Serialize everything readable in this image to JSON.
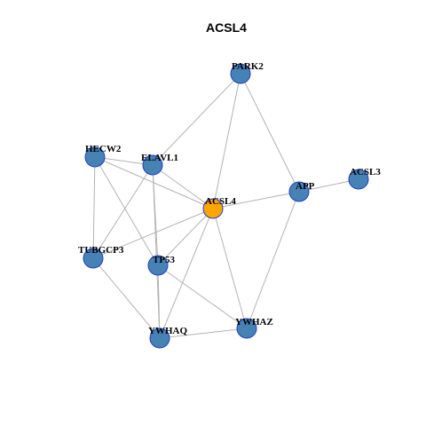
{
  "title": "ACSL4",
  "colors": {
    "node_fill": "#4682b4",
    "hub_fill": "#ffa500",
    "node_border": "#1f3fcc",
    "edge": "#b3b3b3"
  },
  "nodes": [
    {
      "id": "ACSL4",
      "label": "ACSL4",
      "hub": true
    },
    {
      "id": "PARK2",
      "label": "PARK2",
      "hub": false
    },
    {
      "id": "APP",
      "label": "APP",
      "hub": false
    },
    {
      "id": "ACSL3",
      "label": "ACSL3",
      "hub": false
    },
    {
      "id": "HECW2",
      "label": "HECW2",
      "hub": false
    },
    {
      "id": "ELAVL1",
      "label": "ELAVL1",
      "hub": false
    },
    {
      "id": "TUBGCP3",
      "label": "TUBGCP3",
      "hub": false
    },
    {
      "id": "TP53",
      "label": "TP53",
      "hub": false
    },
    {
      "id": "YWHAQ",
      "label": "YWHAQ",
      "hub": false
    },
    {
      "id": "YWHAZ",
      "label": "YWHAZ",
      "hub": false
    }
  ],
  "edges": [
    [
      "PARK2",
      "ACSL4"
    ],
    [
      "PARK2",
      "APP"
    ],
    [
      "PARK2",
      "ELAVL1"
    ],
    [
      "APP",
      "ACSL3"
    ],
    [
      "APP",
      "ACSL4"
    ],
    [
      "APP",
      "YWHAZ"
    ],
    [
      "HECW2",
      "ELAVL1"
    ],
    [
      "HECW2",
      "ACSL4"
    ],
    [
      "HECW2",
      "TUBGCP3"
    ],
    [
      "HECW2",
      "TP53"
    ],
    [
      "ELAVL1",
      "ACSL4"
    ],
    [
      "ELAVL1",
      "TUBGCP3"
    ],
    [
      "ELAVL1",
      "TP53"
    ],
    [
      "ELAVL1",
      "YWHAQ"
    ],
    [
      "ACSL4",
      "TUBGCP3"
    ],
    [
      "ACSL4",
      "TP53"
    ],
    [
      "ACSL4",
      "YWHAQ"
    ],
    [
      "ACSL4",
      "YWHAZ"
    ],
    [
      "TUBGCP3",
      "YWHAQ"
    ],
    [
      "TP53",
      "YWHAQ"
    ],
    [
      "TP53",
      "YWHAZ"
    ],
    [
      "YWHAQ",
      "YWHAZ"
    ]
  ]
}
